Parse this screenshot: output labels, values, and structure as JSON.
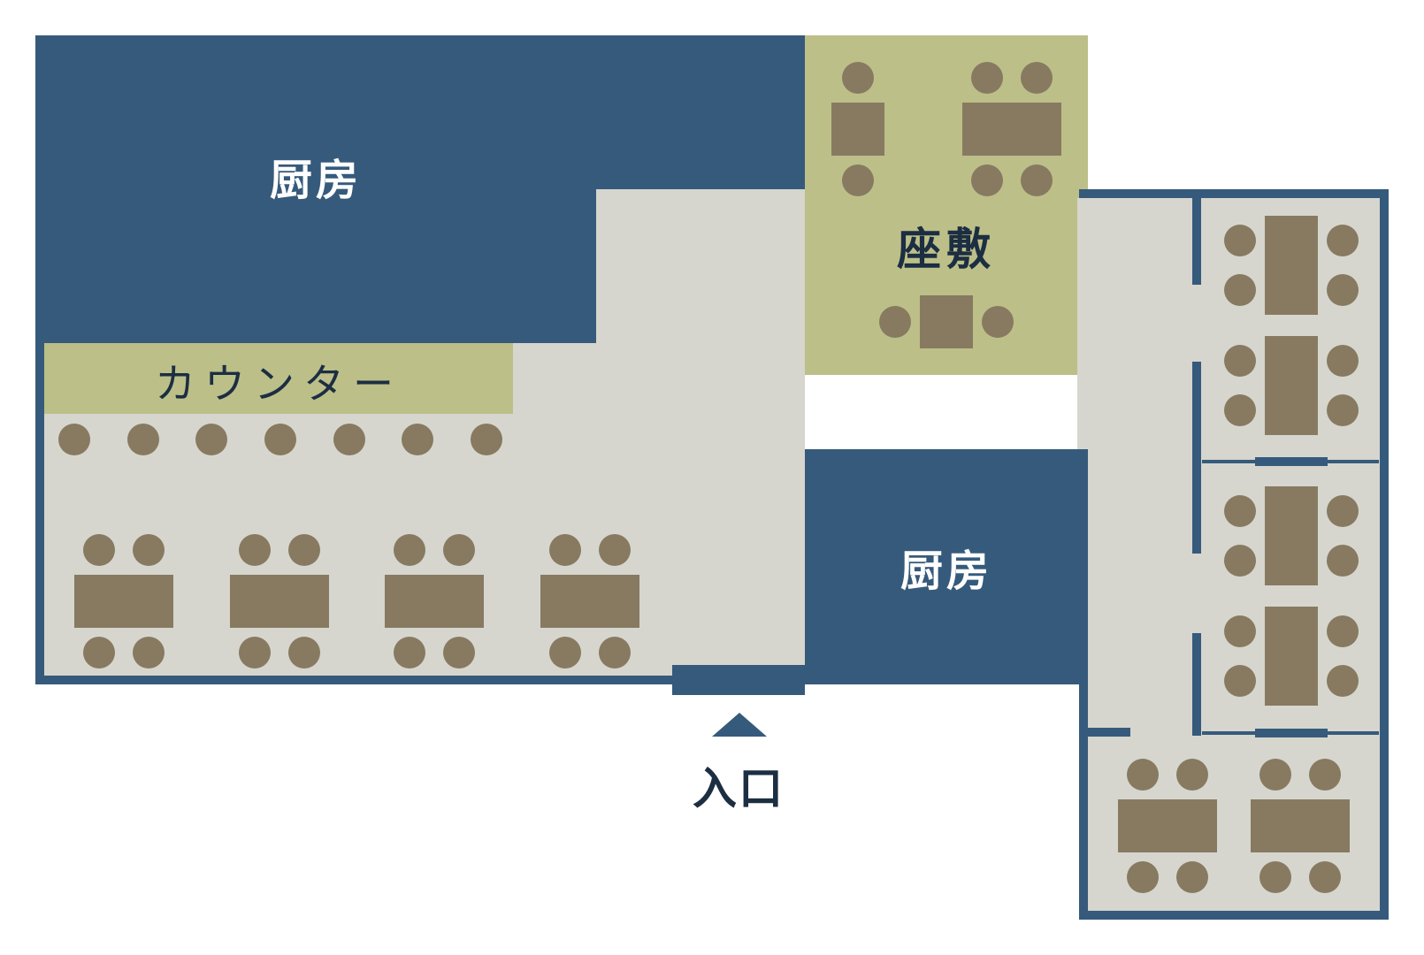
{
  "colors": {
    "wall": "#365a7b",
    "floor": "#d6d6ce",
    "tatami": "#bcbf88",
    "furniture": "#877a61",
    "label_dark": "#1c2e42",
    "label_light": "#ffffff"
  },
  "areas": {
    "kitchen_main": {
      "label": "厨房"
    },
    "counter": {
      "label": "カウンター",
      "stools": 7
    },
    "zashiki": {
      "label": "座敷"
    },
    "kitchen_side": {
      "label": "厨房"
    },
    "entrance": {
      "label": "入口",
      "icon": "up-arrow-triangle-icon"
    }
  },
  "seating": {
    "main_hall_tables": 4,
    "main_hall_chairs_per_table": 4,
    "zashiki_tables": 3,
    "right_wing_booth_tables": 4,
    "right_wing_booth_chairs_per_table": 4,
    "right_wing_bottom_tables": 2
  }
}
